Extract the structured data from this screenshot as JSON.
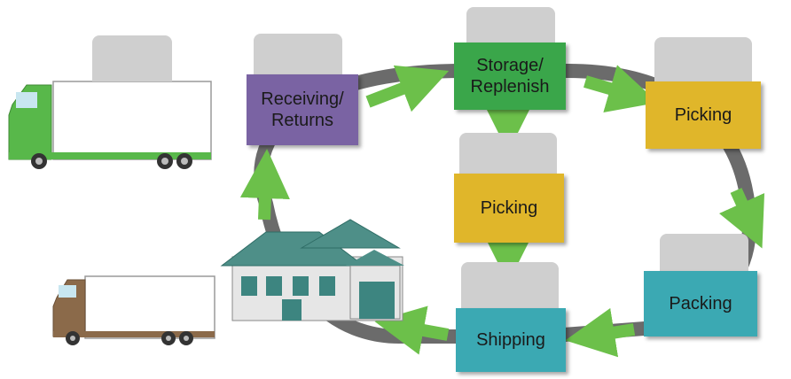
{
  "nodes": {
    "receiving": {
      "label": "Receiving/\nReturns",
      "color": "#7a63a3"
    },
    "storage": {
      "label": "Storage/\nReplenish",
      "color": "#3aa64a"
    },
    "picking_right": {
      "label": "Picking",
      "color": "#e0b62a"
    },
    "picking_center": {
      "label": "Picking",
      "color": "#e0b62a"
    },
    "packing": {
      "label": "Packing",
      "color": "#3ba9b3"
    },
    "shipping": {
      "label": "Shipping",
      "color": "#3ba9b3"
    }
  },
  "icons": {
    "scanner": "barcode-scanner-icon",
    "barcode": "barcode-icon",
    "arrow": "green-arrow-icon",
    "truck_inbound": "green-truck-icon",
    "truck_outbound": "brown-truck-icon",
    "warehouse": "house-icon"
  },
  "colors": {
    "cycle_track": "#6b6b6b",
    "arrow": "#6cc04a",
    "tab": "#cfcfcf",
    "truck_green": "#58b84a",
    "truck_brown": "#8b6a4a"
  }
}
